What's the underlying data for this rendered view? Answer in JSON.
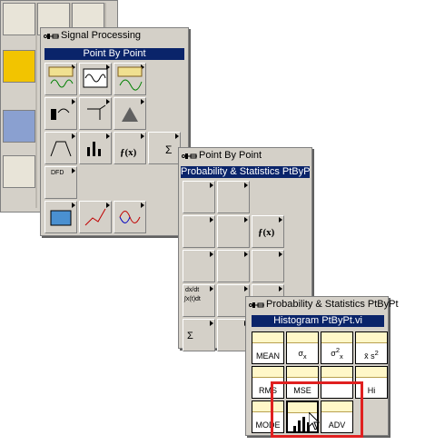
{
  "palettes": {
    "signal_processing": {
      "title": "Signal Processing",
      "highlight": "Point By Point"
    },
    "point_by_point": {
      "title": "Point By Point",
      "highlight": "Probability & Statistics PtByPt"
    },
    "prob_stats": {
      "title": "Probability & Statistics PtByPt",
      "highlight": "Histogram PtByPt.vi"
    }
  },
  "icon_labels": {
    "mean": "MEAN",
    "rms": "RMS",
    "mse": "MSE",
    "mode": "MODE",
    "adv": "ADV",
    "fx": "ƒ(x)",
    "dfd": "DFD",
    "dxdt": "dx/dt",
    "integral": "∫x(t)dt",
    "sum": "Σ",
    "hist": "Hi"
  },
  "colors": {
    "accent": "#0a246a",
    "highlight_box": "#e02020"
  }
}
